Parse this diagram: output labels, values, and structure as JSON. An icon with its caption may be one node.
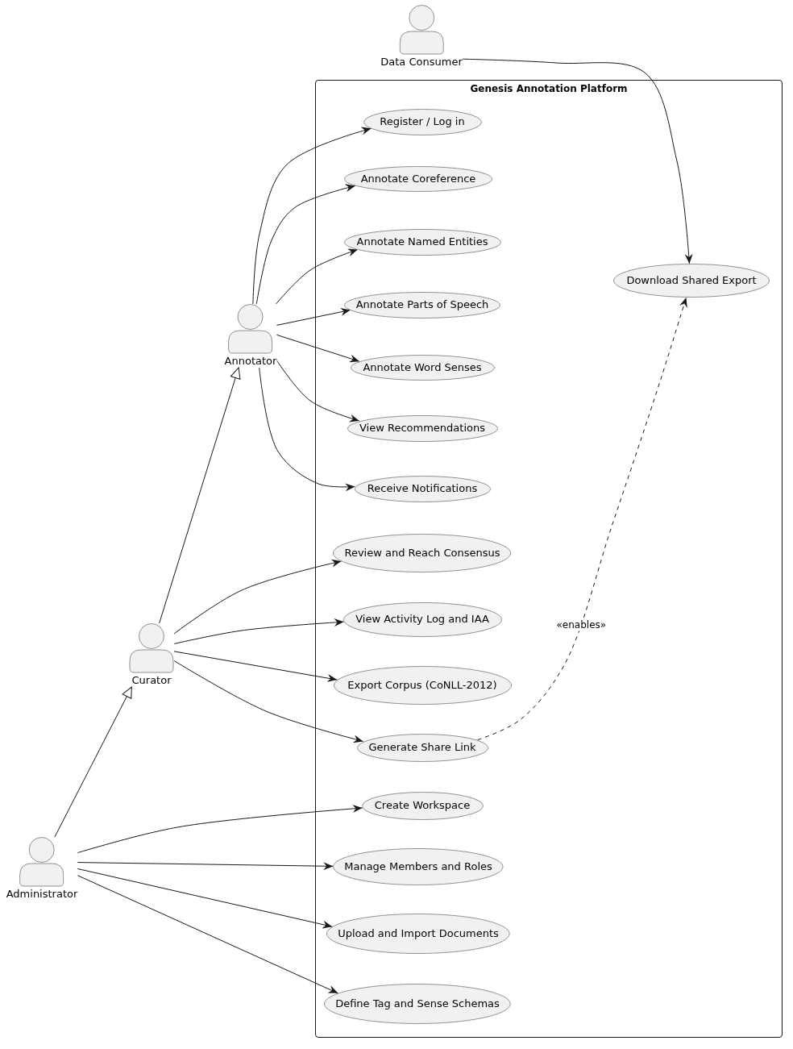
{
  "diagram": {
    "nodes": [
      {
        "text": [
          "Data Consumer"
        ]
      },
      {
        "text": [
          "Genesis Annotation Platform"
        ]
      },
      {
        "text": [
          "Register / Log in"
        ],
        "in": 1
      },
      {
        "text": [
          "Annotate Coreference"
        ],
        "in": 1
      },
      {
        "text": [
          "Annotate Named Entities"
        ],
        "in": 1
      },
      {
        "text": [
          "Download Shared Export"
        ],
        "in": 1
      },
      {
        "text": [
          "Annotate Parts of Speech"
        ],
        "in": 1
      },
      {
        "text": [
          "Annotator"
        ]
      },
      {
        "text": [
          "Annotate Word Senses"
        ],
        "in": 1
      },
      {
        "text": [
          "View Recommendations"
        ],
        "in": 1
      },
      {
        "text": [
          "Receive Notifications"
        ],
        "in": 1
      },
      {
        "text": [
          "Review and Reach Consensus"
        ],
        "in": 1
      },
      {
        "text": [
          "View Activity Log and IAA"
        ],
        "in": 1
      },
      {
        "text": [
          "Curator"
        ]
      },
      {
        "text": [
          "Export Corpus (CoNLL-2012)"
        ],
        "in": 1
      },
      {
        "text": [
          "Generate Share Link"
        ],
        "in": 1
      },
      {
        "text": [
          "Create Workspace"
        ],
        "in": 1
      },
      {
        "text": [
          "Administrator"
        ]
      },
      {
        "text": [
          "Manage Members and Roles"
        ],
        "in": 1
      },
      {
        "text": [
          "Upload and Import Documents"
        ],
        "in": 1
      },
      {
        "text": [
          "Define Tag and Sense Schemas"
        ],
        "in": 1
      }
    ],
    "edges": [
      {
        "from": 0,
        "to": 5,
        "arrow": "to"
      },
      {
        "from": 7,
        "to": 2,
        "arrow": "to"
      },
      {
        "from": 7,
        "to": 3,
        "arrow": "to"
      },
      {
        "from": 7,
        "to": 4,
        "arrow": "to"
      },
      {
        "from": 7,
        "to": 6,
        "arrow": "to"
      },
      {
        "from": 7,
        "to": 8,
        "arrow": "to"
      },
      {
        "from": 7,
        "to": 9,
        "arrow": "to"
      },
      {
        "from": 7,
        "to": 10,
        "arrow": "to"
      },
      {
        "from": 13,
        "to": 7,
        "arrow": "to"
      },
      {
        "from": 13,
        "to": 11,
        "arrow": "to"
      },
      {
        "from": 13,
        "to": 12,
        "arrow": "to"
      },
      {
        "from": 13,
        "to": 14,
        "arrow": "to"
      },
      {
        "from": 13,
        "to": 15,
        "arrow": "to"
      },
      {
        "from": 17,
        "to": 13,
        "arrow": "to"
      },
      {
        "from": 17,
        "to": 16,
        "arrow": "to"
      },
      {
        "from": 17,
        "to": 18,
        "arrow": "to"
      },
      {
        "from": 17,
        "to": 19,
        "arrow": "to"
      },
      {
        "from": 17,
        "to": 20,
        "arrow": "to"
      },
      {
        "from": 15,
        "to": 5,
        "arrow": "to",
        "style": "dashed",
        "label": "«enables»"
      }
    ]
  }
}
